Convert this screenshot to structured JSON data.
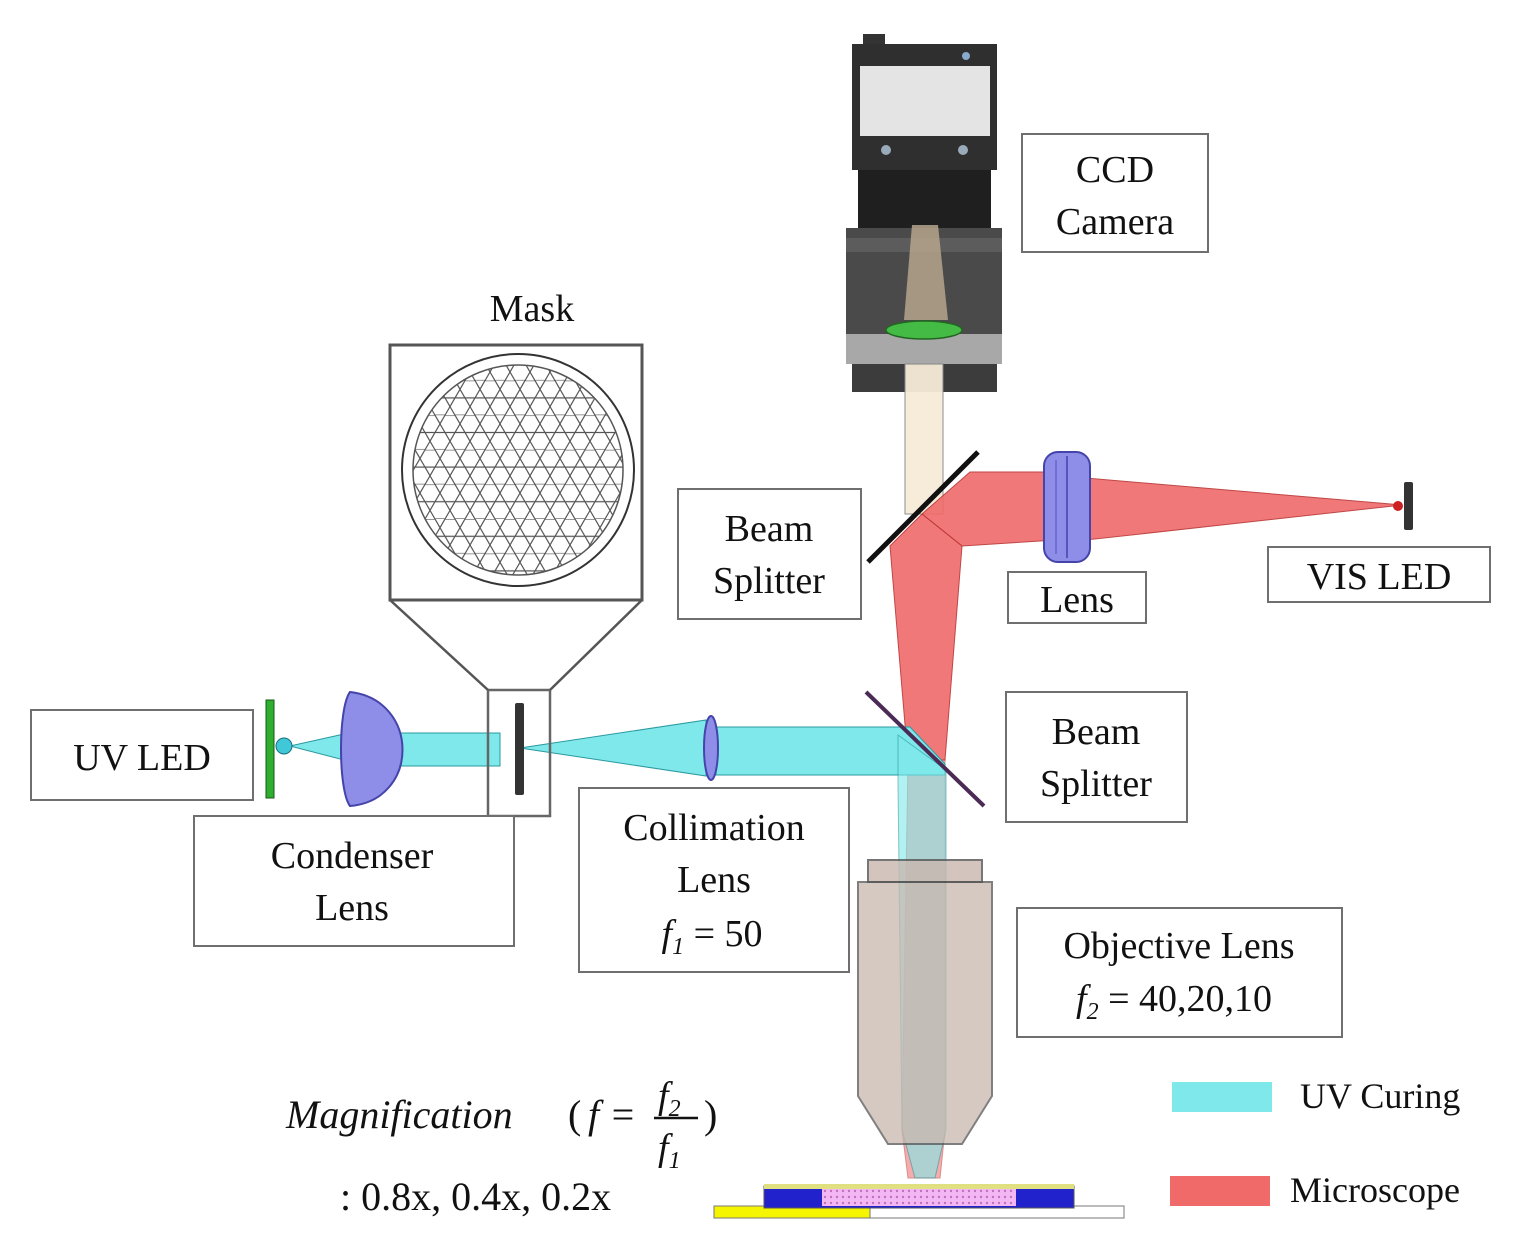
{
  "labels": {
    "ccd_line1": "CCD",
    "ccd_line2": "Camera",
    "mask": "Mask",
    "bs_top_line1": "Beam",
    "bs_top_line2": "Splitter",
    "lens": "Lens",
    "vis_led": "VIS LED",
    "uv_led": "UV LED",
    "bs_bottom_line1": "Beam",
    "bs_bottom_line2": "Splitter",
    "condenser_line1": "Condenser",
    "condenser_line2": "Lens",
    "collimation_line1": "Collimation",
    "collimation_line2": "Lens",
    "f1_symbol": "f",
    "f1_sub": "1",
    "f1_value": " = 50",
    "objective_line1": "Objective Lens",
    "f2_symbol": "f",
    "f2_sub": "2",
    "f2_value": " = 40,20,10",
    "magnification_word": "Magnification",
    "magnification_open": "(",
    "magnification_f_eq": "f =",
    "mag_num_f": "f",
    "mag_num_sub": "2",
    "mag_den_f": "f",
    "mag_den_sub": "1",
    "magnification_close": ")",
    "magnification_values": ": 0.8x, 0.4x, 0.2x"
  },
  "legend": [
    {
      "label": "UV Curing",
      "color": "#7ee8ea"
    },
    {
      "label": "Microscope",
      "color": "#f06a6a"
    }
  ],
  "colors": {
    "uv_beam": "#7ee8ea",
    "microscope_beam": "#f06a6a",
    "lens_blue": "#8e8ee8",
    "camera_dark": "#3a3a3a",
    "objective": "#c9b7ae"
  }
}
